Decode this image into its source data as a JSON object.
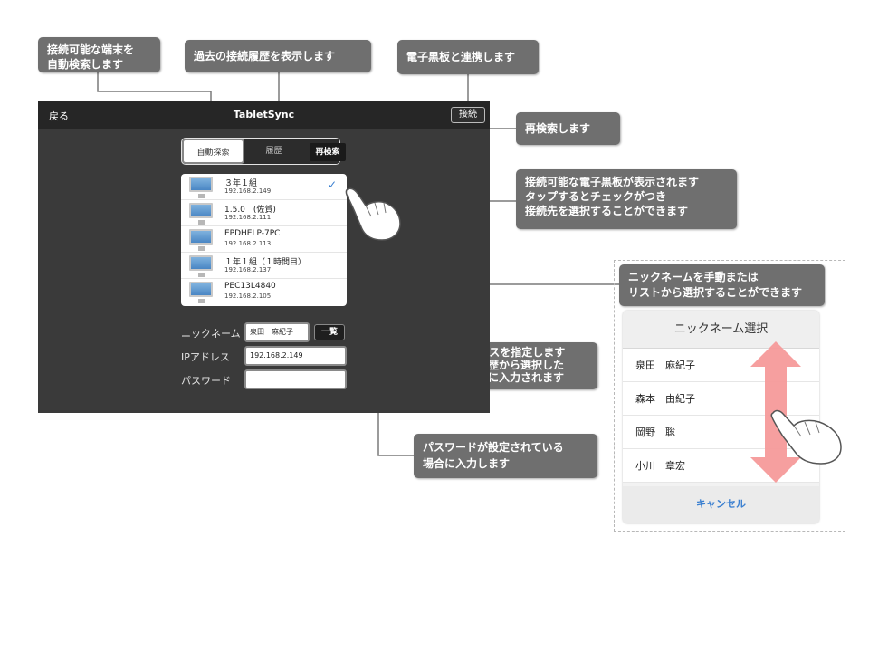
{
  "callouts": {
    "autosearch": "接続可能な端末を\n自動検索します",
    "history": "過去の接続履歴を表示します",
    "board": "電子黒板と連携します",
    "rescan": "再検索します",
    "boards_list": "接続可能な電子黒板が表示されます\nタップするとチェックがつき\n接続先を選択することができます",
    "nickname": "ニックネームを手動または\nリストから選択することができます",
    "ip": "直接IPアドレスを指定します\n自動検索、履歴から選択した\n場合は自動的に入力されます",
    "password": "パスワードが設定されている\n場合に入力します"
  },
  "navbar": {
    "back": "戻る",
    "title": "TabletSync",
    "connect": "接続"
  },
  "tabs": {
    "auto": "自動探索",
    "history": "履歴"
  },
  "rescan_label": "再検索",
  "devices": [
    {
      "name": "３年１組",
      "ip": "192.168.2.149",
      "checked": true
    },
    {
      "name": "1.5.0　(佐賀)",
      "ip": "192.168.2.111",
      "checked": false
    },
    {
      "name": "EPDHELP-7PC",
      "ip": "192.168.2.113",
      "checked": false
    },
    {
      "name": "１年１組（１時間目）",
      "ip": "192.168.2.137",
      "checked": false
    },
    {
      "name": "PEC13L4840",
      "ip": "192.168.2.105",
      "checked": false
    }
  ],
  "check_mark": "✓",
  "form": {
    "nickname_label": "ニックネーム",
    "nickname_value": "泉田　麻紀子",
    "list_button": "一覧",
    "ip_label": "IPアドレス",
    "ip_value": "192.168.2.149",
    "password_label": "パスワード",
    "password_value": ""
  },
  "picker": {
    "title": "ニックネーム選択",
    "names": [
      "泉田　麻紀子",
      "森本　由紀子",
      "岡野　聡",
      "小川　章宏"
    ],
    "cancel": "キャンセル"
  },
  "colors": {
    "callout": "#6f6f6f",
    "accent": "#3a7fd0",
    "arrow": "#f59a9a"
  }
}
